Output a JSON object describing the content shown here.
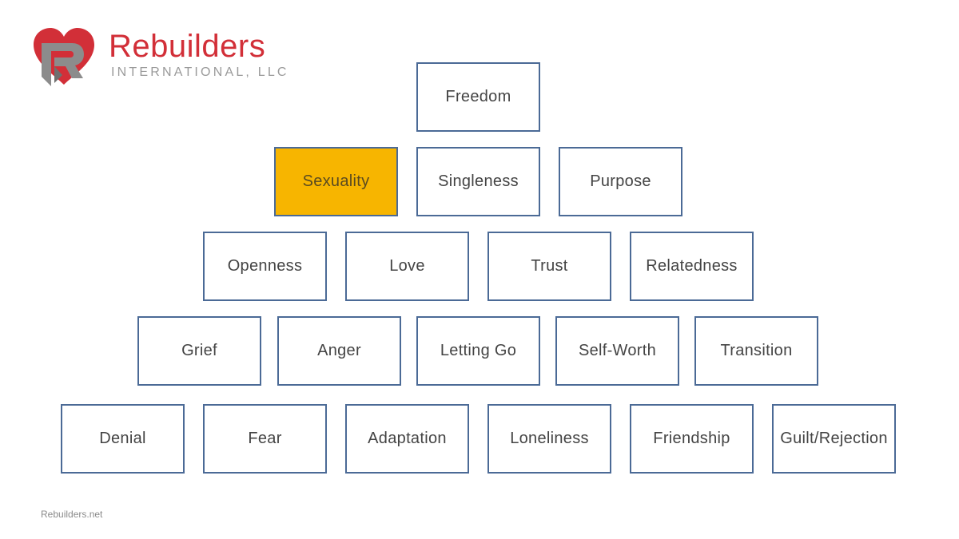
{
  "logo": {
    "title": "Rebuilders",
    "subtitle": "INTERNATIONAL, LLC",
    "icon": "heart-r-icon",
    "colors": {
      "heart": "#d22f38",
      "r": "#8c8c8c"
    }
  },
  "pyramid": {
    "highlight_color": "#f7b500",
    "border_color": "#4b6a96",
    "rows": [
      {
        "items": [
          "Freedom"
        ]
      },
      {
        "items": [
          "Sexuality",
          "Singleness",
          "Purpose"
        ]
      },
      {
        "items": [
          "Openness",
          "Love",
          "Trust",
          "Relatedness"
        ]
      },
      {
        "items": [
          "Grief",
          "Anger",
          "Letting Go",
          "Self-Worth",
          "Transition"
        ]
      },
      {
        "items": [
          "Denial",
          "Fear",
          "Adaptation",
          "Loneliness",
          "Friendship",
          "Guilt/Rejection"
        ]
      }
    ],
    "highlighted": "Sexuality"
  },
  "footer": {
    "text": "Rebuilders.net"
  }
}
